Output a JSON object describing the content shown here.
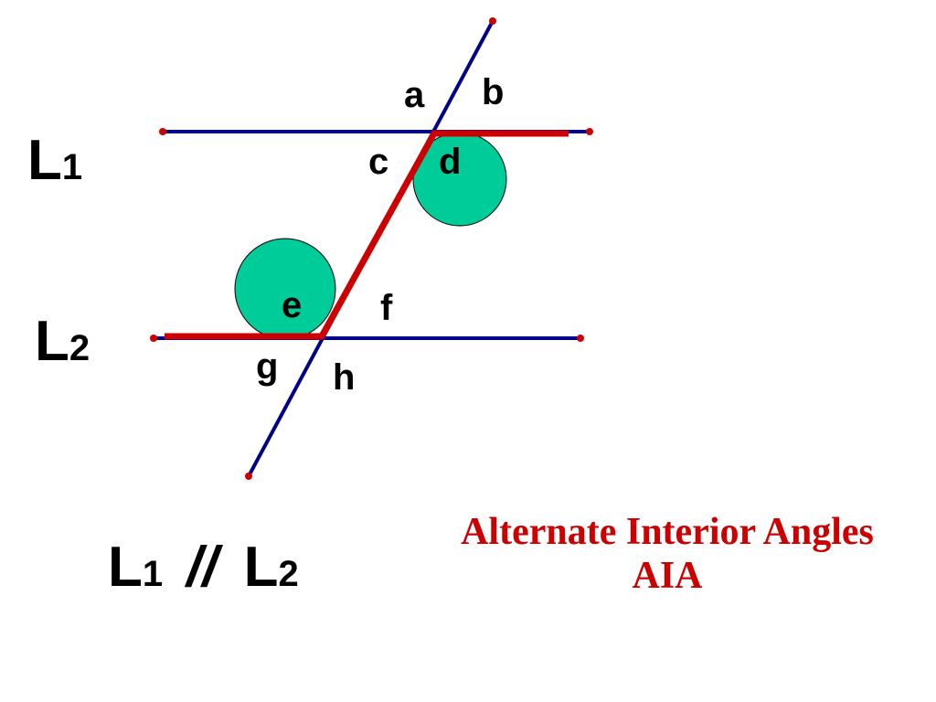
{
  "angles": {
    "a": "a",
    "b": "b",
    "c": "c",
    "d": "d",
    "e": "e",
    "f": "f",
    "g": "g",
    "h": "h"
  },
  "lines": {
    "l1": {
      "letter": "L",
      "subscript": "1"
    },
    "l2": {
      "letter": "L",
      "subscript": "2"
    }
  },
  "statement": {
    "left_letter": "L",
    "left_sub": "1",
    "symbol": "//",
    "right_letter": "L",
    "right_sub": "2"
  },
  "caption": {
    "title": "Alternate Interior Angles",
    "abbreviation": "AIA"
  },
  "colors": {
    "line": "#00008b",
    "highlight": "#cc0000",
    "angle_fill": "#00cc99",
    "endpoint": "#cc0000",
    "caption": "#cc0000"
  }
}
